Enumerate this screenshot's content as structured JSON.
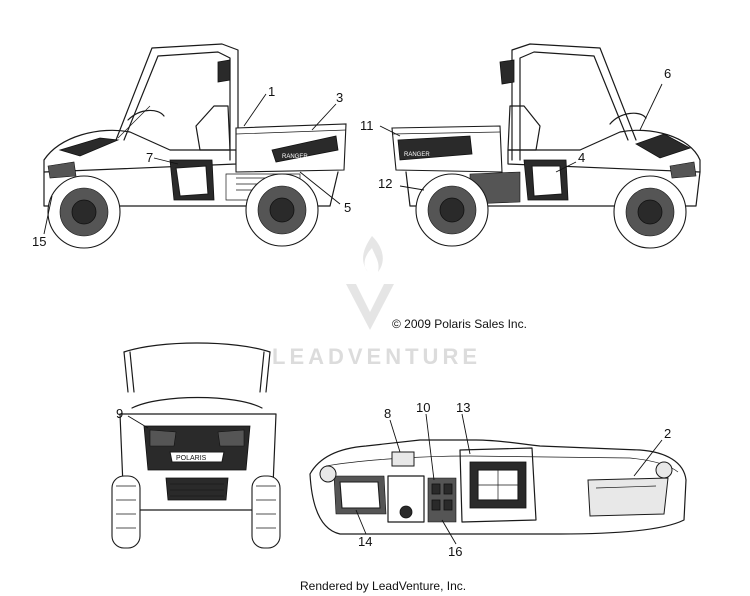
{
  "callouts": {
    "c1": "1",
    "c2": "2",
    "c3": "3",
    "c4": "4",
    "c5": "5",
    "c6": "6",
    "c7": "7",
    "c8": "8",
    "c9": "9",
    "c10": "10",
    "c11": "11",
    "c12": "12",
    "c13": "13",
    "c14": "14",
    "c15": "15",
    "c16": "16"
  },
  "copyright": "© 2009 Polaris Sales Inc.",
  "footer": "Rendered by LeadVenture, Inc.",
  "watermark": "LEADVENTURE",
  "decals": {
    "ranger_badge": "RANGER",
    "polaris_badge": "POLARIS"
  },
  "colors": {
    "line": "#1a1a1a",
    "dark_fill": "#2a2a2a",
    "watermark": "#d9d9d9"
  }
}
